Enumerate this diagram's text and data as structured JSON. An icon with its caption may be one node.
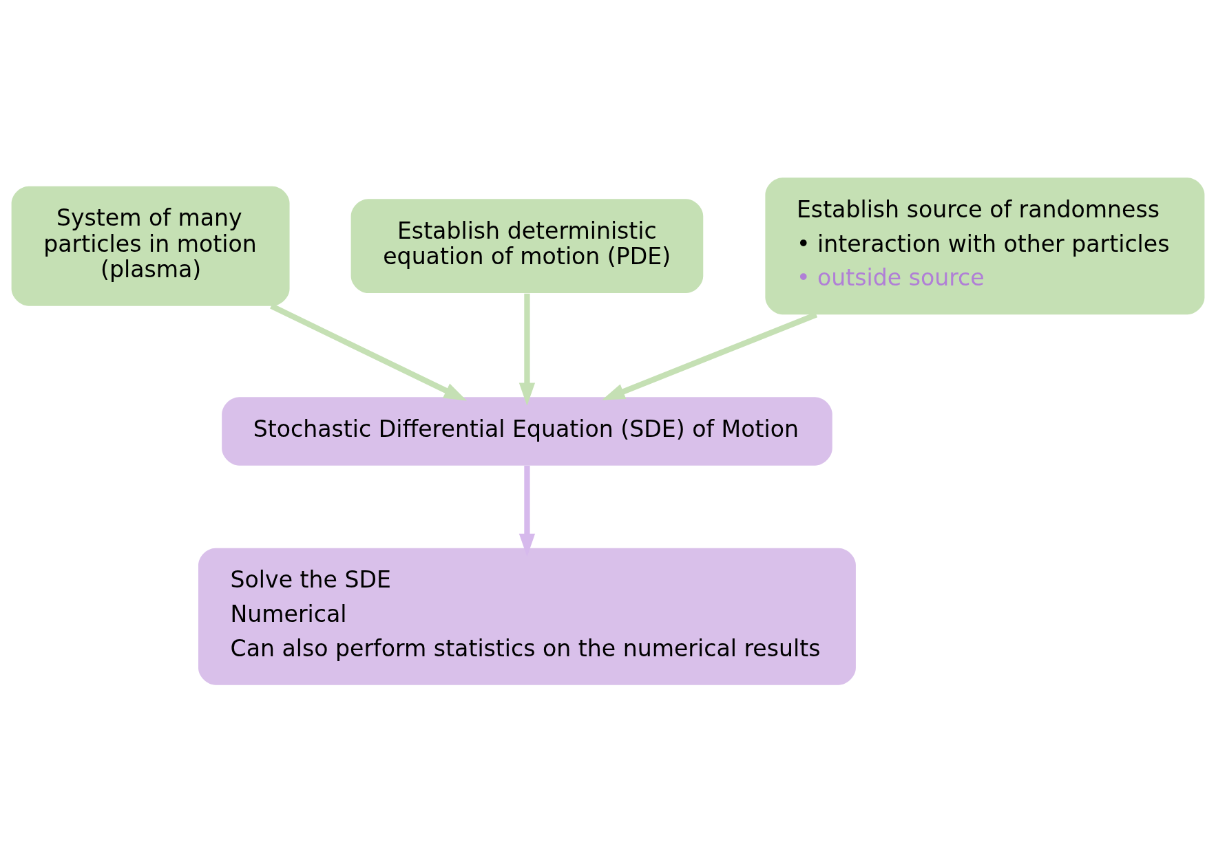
{
  "diagram": {
    "nodes": [
      {
        "text": [
          "System of many particles in motion (plasma)"
        ]
      },
      {
        "text": [
          "Establish deterministic equation of motion (PDE)"
        ]
      },
      {
        "text": [
          "Establish source of randomness",
          "• interaction with other particles",
          "• outside source"
        ]
      },
      {
        "text": [
          "Stochastic Differential Equation (SDE) of Motion"
        ]
      },
      {
        "text": [
          "Solve the SDE",
          "Numerical",
          "Can also perform statistics on the numerical results"
        ]
      }
    ],
    "edges": [
      {
        "from": 0,
        "to": 3,
        "arrow": "to"
      },
      {
        "from": 1,
        "to": 3,
        "arrow": "to"
      },
      {
        "from": 2,
        "to": 3,
        "arrow": "to"
      },
      {
        "from": 3,
        "to": 4,
        "arrow": "to",
        "color": "#d6b9ec"
      }
    ]
  }
}
